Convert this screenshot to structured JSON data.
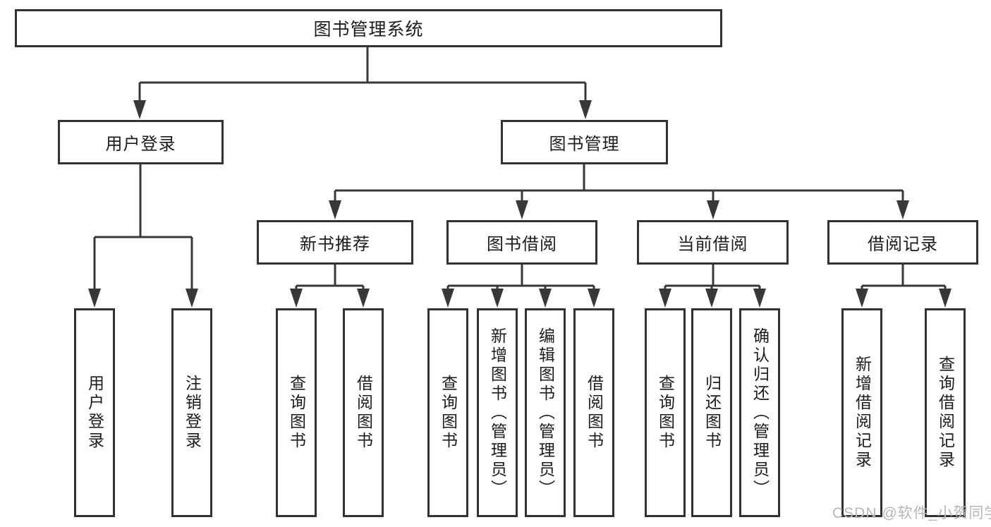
{
  "diagram": {
    "root": {
      "label": "图书管理系统"
    },
    "branches": [
      {
        "label": "用户登录",
        "children": [
          {
            "label": "用户登录"
          },
          {
            "label": "注销登录"
          }
        ]
      },
      {
        "label": "图书管理",
        "children": [
          {
            "label": "新书推荐",
            "children": [
              {
                "label": "查询图书"
              },
              {
                "label": "借阅图书"
              }
            ]
          },
          {
            "label": "图书借阅",
            "children": [
              {
                "label": "查询图书"
              },
              {
                "label": "新增图书（管理员）"
              },
              {
                "label": "编辑图书（管理员）"
              },
              {
                "label": "借阅图书"
              }
            ]
          },
          {
            "label": "当前借阅",
            "children": [
              {
                "label": "查询图书"
              },
              {
                "label": "归还图书"
              },
              {
                "label": "确认归还（管理员）"
              }
            ]
          },
          {
            "label": "借阅记录",
            "children": [
              {
                "label": "新增借阅记录"
              },
              {
                "label": "查询借阅记录"
              }
            ]
          }
        ]
      }
    ]
  },
  "watermark": {
    "text": "CSDN @软件_小贺同学"
  },
  "colors": {
    "line": "#383838",
    "border": "#333333",
    "text": "#1c1c1c",
    "watermark": "#b7b7b7",
    "background": "#ffffff"
  }
}
